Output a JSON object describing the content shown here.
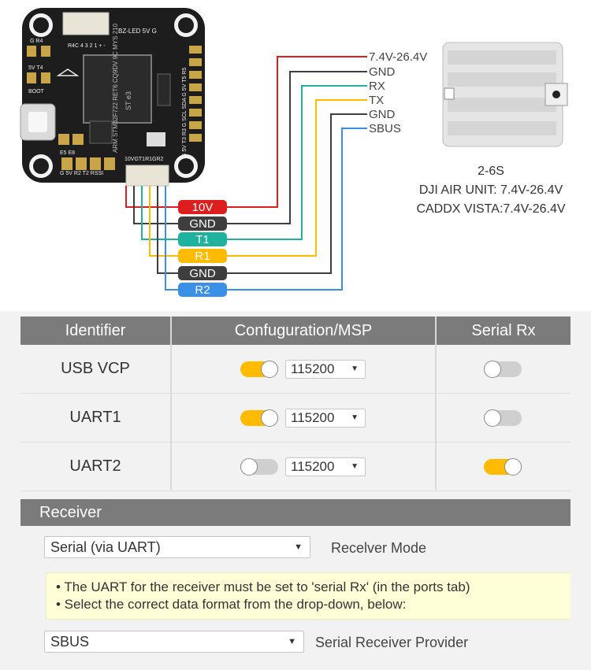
{
  "board": {
    "silk_top": "BZ-LED 5V G",
    "silk_r4c": "R4C 4 3 2 1 + -",
    "silk_g_r4": "G   R4",
    "silk_5v_t4": "5V  T4",
    "silk_boot": "BOOT",
    "silk_e5e8": "E5  E8",
    "silk_bottom": "G  5V  R2  T2  RSSI",
    "silk_right": "G 5V T3 R3 G SCL SDA G 5V T5 R5",
    "silk_connector": "10VGT1R1GR2",
    "chip_text": "ARM STM32F722 RET6 CQ9DV 9C MYS 210",
    "chip_brand": "ST e3"
  },
  "pins": [
    {
      "label": "10V",
      "color": "#dd1e1e"
    },
    {
      "label": "GND",
      "color": "#3e3e3e"
    },
    {
      "label": "T1",
      "color": "#1fb39e"
    },
    {
      "label": "R1",
      "color": "#ffbb00"
    },
    {
      "label": "GND",
      "color": "#3e3e3e"
    },
    {
      "label": "R2",
      "color": "#3a90e6"
    }
  ],
  "vtx_wires": [
    {
      "label": "7.4V-26.4V",
      "color": "#dd1e1e"
    },
    {
      "label": "GND",
      "color": "#3e3e3e"
    },
    {
      "label": "RX",
      "color": "#1fb39e"
    },
    {
      "label": "TX",
      "color": "#ffbb00"
    },
    {
      "label": "GND",
      "color": "#3e3e3e"
    },
    {
      "label": "SBUS",
      "color": "#3a90e6"
    }
  ],
  "specs": {
    "cells": "2-6S",
    "dji": "DJI AIR UNIT: 7.4V-26.4V",
    "caddx": "CADDX VISTA:7.4V-26.4V"
  },
  "ports": {
    "headers": [
      "Identifier",
      "Confuguration/MSP",
      "Serial Rx"
    ],
    "rows": [
      {
        "id": "USB VCP",
        "msp_on": true,
        "baud": "115200",
        "serial_rx": false
      },
      {
        "id": "UART1",
        "msp_on": true,
        "baud": "115200",
        "serial_rx": false
      },
      {
        "id": "UART2",
        "msp_on": false,
        "baud": "115200",
        "serial_rx": true
      }
    ]
  },
  "receiver": {
    "title": "Receiver",
    "mode_value": "Serial (via UART)",
    "mode_label": "Recelver Mode",
    "notes": [
      "• The UART for the receiver must be set to 'serial Rx' (in the ports tab)",
      "• Select the correct data format from the drop-down, below:"
    ],
    "provider_value": "SBUS",
    "provider_label": "Serial Receiver Provider"
  },
  "colors": {
    "accent": "#ffbb00",
    "header": "#7b7b7b",
    "note_bg": "#ffffd7"
  }
}
